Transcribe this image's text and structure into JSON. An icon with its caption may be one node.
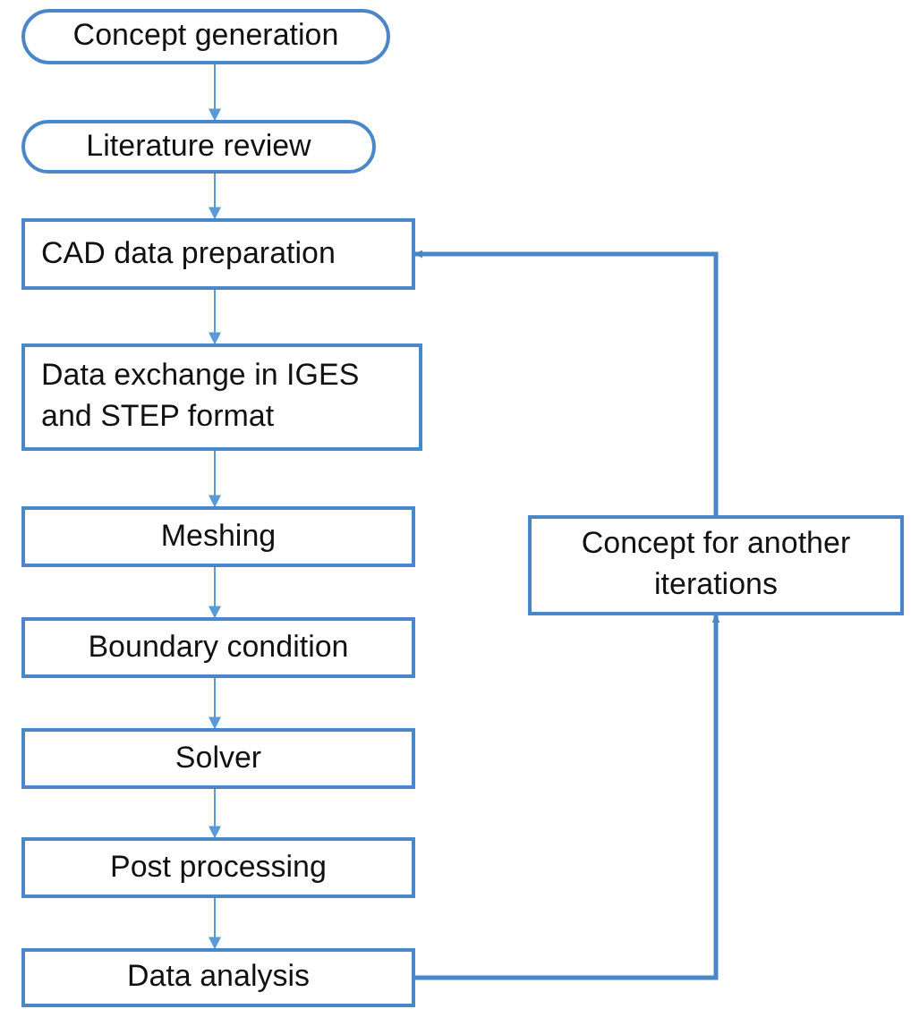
{
  "diagram": {
    "nodes": [
      {
        "text": [
          "Concept generation"
        ]
      },
      {
        "text": [
          "Literature review"
        ]
      },
      {
        "text": [
          "CAD data preparation"
        ]
      },
      {
        "text": [
          "Data exchange in IGES and STEP format"
        ]
      },
      {
        "text": [
          "Meshing"
        ]
      },
      {
        "text": [
          "Boundary condition"
        ]
      },
      {
        "text": [
          "Solver"
        ]
      },
      {
        "text": [
          "Post processing"
        ]
      },
      {
        "text": [
          "Data analysis"
        ]
      },
      {
        "text": [
          "Concept for another iterations"
        ]
      }
    ],
    "edges": [
      {
        "from": 0,
        "to": 1,
        "arrow": "to"
      },
      {
        "from": 1,
        "to": 2,
        "arrow": "to"
      },
      {
        "from": 2,
        "to": 3,
        "arrow": "to"
      },
      {
        "from": 3,
        "to": 4,
        "arrow": "to"
      },
      {
        "from": 4,
        "to": 5,
        "arrow": "to"
      },
      {
        "from": 5,
        "to": 6,
        "arrow": "to"
      },
      {
        "from": 6,
        "to": 7,
        "arrow": "to"
      },
      {
        "from": 7,
        "to": 8,
        "arrow": "to"
      },
      {
        "from": 8,
        "to": 9,
        "arrow": "to",
        "style": "thick"
      },
      {
        "from": 9,
        "to": 2,
        "arrow": "to",
        "style": "thick"
      }
    ]
  }
}
